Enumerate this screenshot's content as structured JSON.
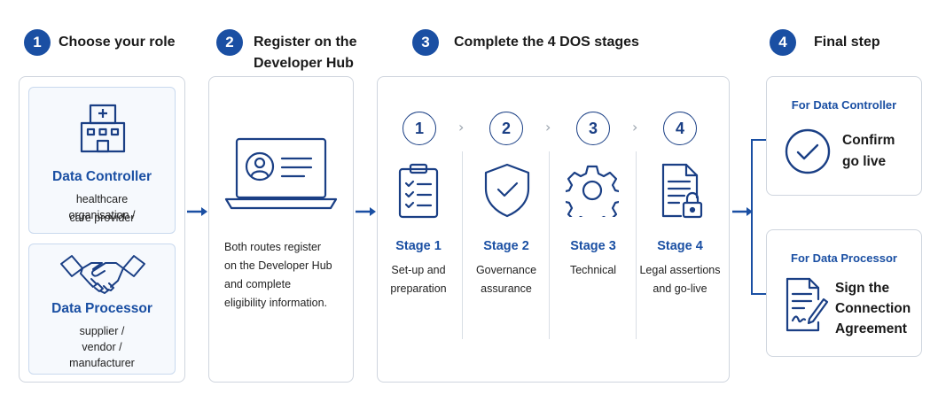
{
  "steps": [
    {
      "num": "1",
      "title": "Choose your role"
    },
    {
      "num": "2",
      "title_line1": "Register on the",
      "title_line2": "Developer Hub"
    },
    {
      "num": "3",
      "title": "Complete the 4 DOS stages"
    },
    {
      "num": "4",
      "title": "Final step"
    }
  ],
  "roles": {
    "controller": {
      "title": "Data Controller",
      "lines": [
        "healthcare",
        "organisation /",
        "care provider"
      ],
      "icon": "hospital-icon"
    },
    "processor": {
      "title": "Data Processor",
      "lines": [
        "supplier /",
        "vendor /",
        "manufacturer"
      ],
      "icon": "handshake-icon"
    }
  },
  "register": {
    "icon": "laptop-profile-icon",
    "lines": [
      "Both routes register",
      "on the Developer Hub",
      "and complete",
      "eligibility information."
    ]
  },
  "stages": [
    {
      "num": "1",
      "name": "Stage 1",
      "desc": [
        "Set-up and",
        "preparation"
      ],
      "icon": "clipboard-checklist-icon"
    },
    {
      "num": "2",
      "name": "Stage 2",
      "desc": [
        "Governance",
        "assurance"
      ],
      "icon": "shield-check-icon"
    },
    {
      "num": "3",
      "name": "Stage 3",
      "desc": [
        "Technical"
      ],
      "icon": "gear-icon"
    },
    {
      "num": "4",
      "name": "Stage 4",
      "desc": [
        "Legal assertions",
        "and go-live"
      ],
      "icon": "document-lock-icon"
    }
  ],
  "final": {
    "controller": {
      "head": "For Data Controller",
      "line1": "Confirm",
      "line2": "go live",
      "icon": "check-circle-icon"
    },
    "processor": {
      "head": "For Data Processor",
      "line1": "Sign the",
      "line2": "Connection",
      "line3": "Agreement",
      "icon": "signed-document-icon"
    }
  },
  "colors": {
    "accent": "#1a4fa3",
    "border": "#cfd5de",
    "card_bg": "#f6f9fd"
  }
}
